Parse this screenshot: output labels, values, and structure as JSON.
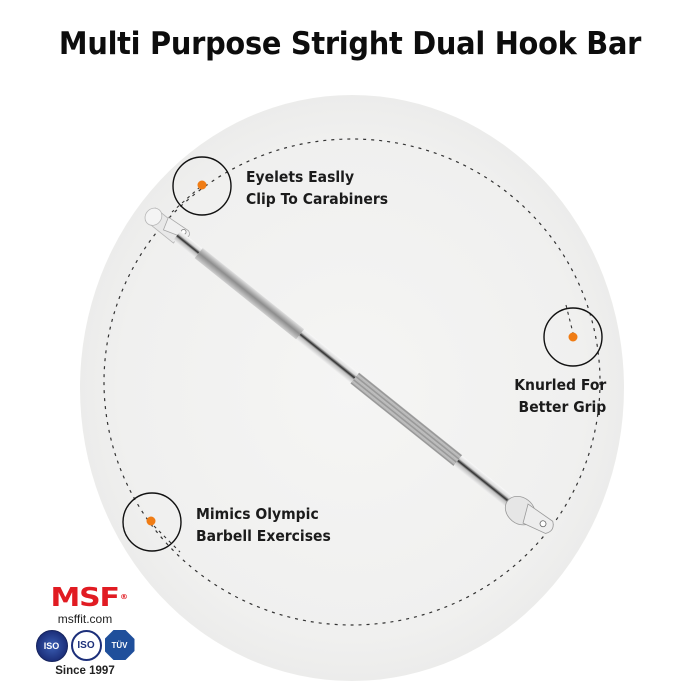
{
  "title": "Multi Purpose Stright Dual Hook Bar",
  "features": [
    {
      "line1": "Eyelets Easlly",
      "line2": "Clip To Carabiners"
    },
    {
      "line1": "Knurled For",
      "line2": "Better Grip"
    },
    {
      "line1": "Mimics Olympic",
      "line2": "Barbell Exercises"
    }
  ],
  "brand": {
    "logo_text": "MSF",
    "registered_mark": "®",
    "website": "msffit.com",
    "certifications": [
      "ISO",
      "ISO",
      "TÜV"
    ],
    "since": "Since 1997"
  },
  "colors": {
    "accent_dot": "#f07c14",
    "brand_red": "#e11b22",
    "backdrop_circle": "#f1f1f0",
    "text": "#1b1b1b"
  }
}
